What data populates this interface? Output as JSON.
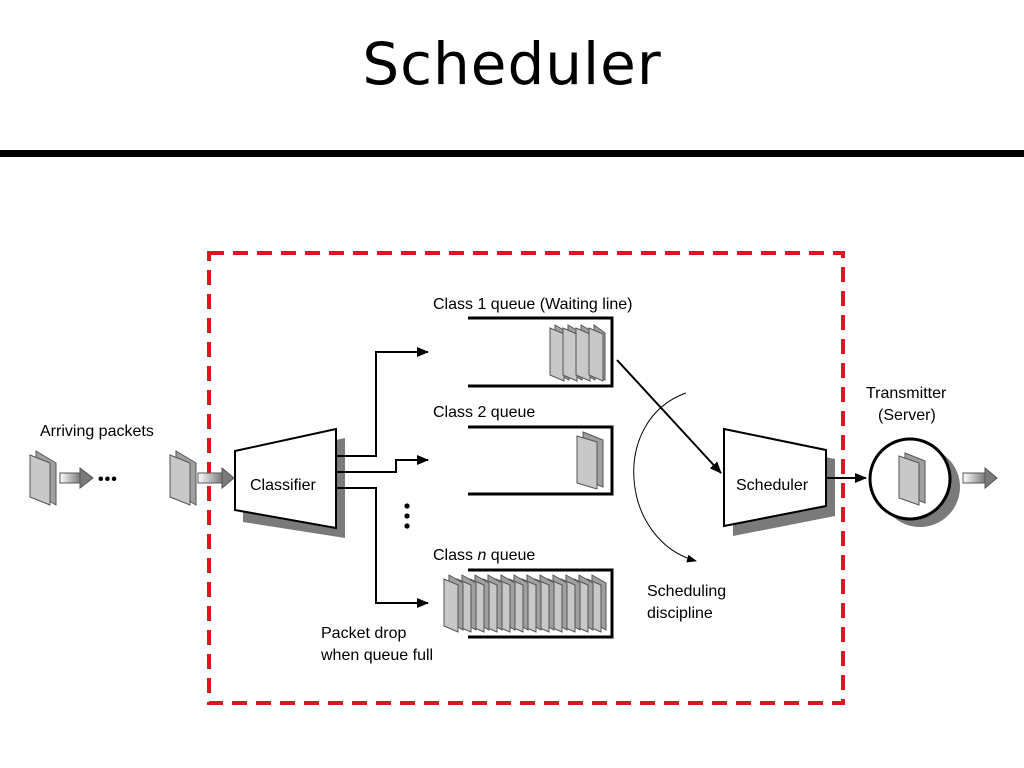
{
  "title": "Scheduler",
  "labels": {
    "arriving": "Arriving packets",
    "classifier": "Classifier",
    "class1": "Class 1 queue (Waiting line)",
    "class2": "Class 2 queue",
    "classn_prefix": "Class ",
    "classn_var": "n",
    "classn_suffix": " queue",
    "drop_line1": "Packet drop",
    "drop_line2": "when queue full",
    "scheduler": "Scheduler",
    "discipline_line1": "Scheduling",
    "discipline_line2": "discipline",
    "transmitter_line1": "Transmitter",
    "transmitter_line2": "(Server)",
    "ellipsis": "•••"
  },
  "colors": {
    "boundary": "#e0141e",
    "packet": "#c8c8c8",
    "packet_edge": "#555555",
    "shadow": "#7a7a7a"
  }
}
